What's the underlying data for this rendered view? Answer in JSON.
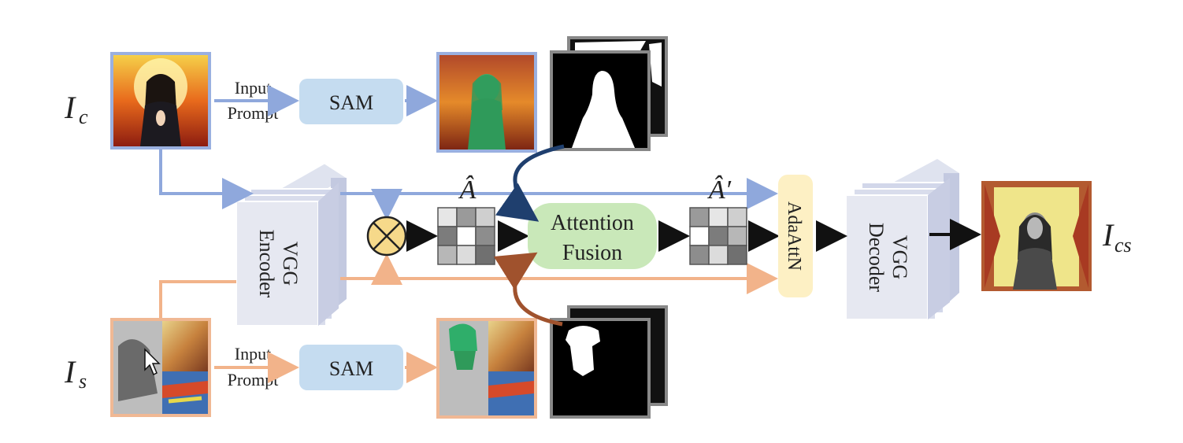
{
  "labels": {
    "content_image": "I",
    "content_sub": "c",
    "style_image": "I",
    "style_sub": "s",
    "output_image": "I",
    "output_sub": "cs"
  },
  "top_branch": {
    "input_prompt_line1": "Input",
    "input_prompt_line2": "Prompt",
    "sam": "SAM"
  },
  "bottom_branch": {
    "input_prompt_line1": "Input",
    "input_prompt_line2": "Prompt",
    "sam": "SAM"
  },
  "encoder": {
    "line1": "VGG",
    "line2": "Encoder"
  },
  "decoder": {
    "line1": "VGG",
    "line2": "Decoder"
  },
  "attention_fusion": {
    "line1": "Attention",
    "line2": "Fusion"
  },
  "adaattn": "AdaAttN",
  "a_hat": "Â",
  "a_hat_prime": "Â′",
  "colors": {
    "blue_arrow": "#8fa8dc",
    "orange_arrow": "#f2b38a",
    "sam_box": "#c5dcf0",
    "fusion_box": "#c9e8b9",
    "adaattn_box": "#fdf0c4",
    "multiply_circle": "#f6d98a",
    "content_border": "#9ab0e0",
    "style_border": "#f0b894",
    "dark_blue_curve": "#1f3f6e",
    "brown_curve": "#a0522d"
  },
  "icons": [
    "multiply-icon",
    "attention-matrix-icon",
    "mask-icon",
    "cursor-icon"
  ]
}
